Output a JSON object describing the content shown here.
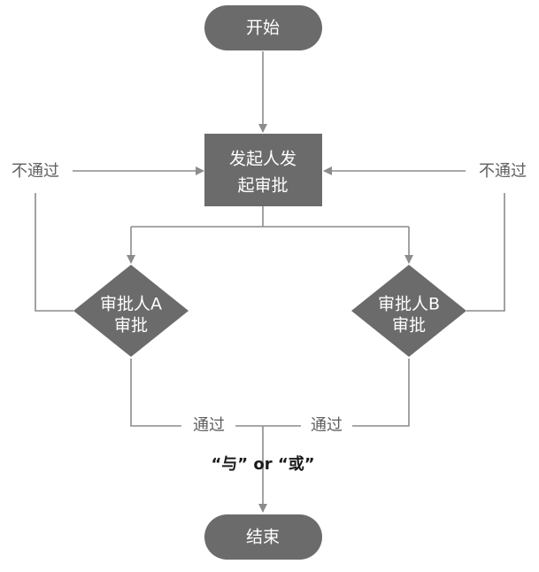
{
  "nodes": {
    "start": "开始",
    "initiator": [
      "发起人发",
      "起审批"
    ],
    "approver_a": [
      "审批人A",
      "审批"
    ],
    "approver_b": [
      "审批人B",
      "审批"
    ],
    "end": "结束"
  },
  "edges": {
    "reject_left": "不通过",
    "reject_right": "不通过",
    "pass_left": "通过",
    "pass_right": "通过"
  },
  "note": "“与” or “或”",
  "colors": {
    "node_fill": "#6b6b6b",
    "line": "#8c8c8c",
    "edge_text": "#5f5f5f"
  }
}
